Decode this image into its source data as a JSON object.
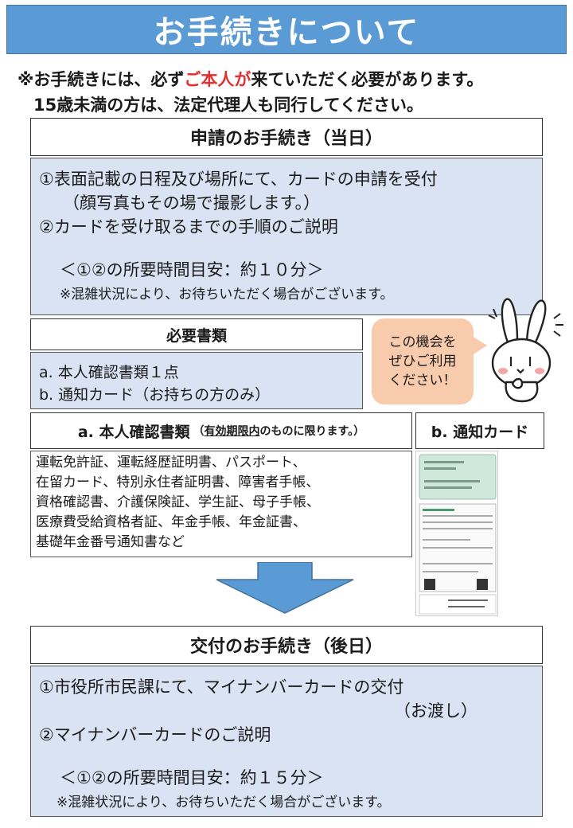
{
  "title": "お手続きについて",
  "notice": {
    "line1_pre": "※お手続きには、必ず",
    "line1_red": "ご本人が",
    "line1_post": "来ていただく必要があります。",
    "line2": "15歳未満の方は、法定代理人も同行してください。"
  },
  "application": {
    "header": "申請のお手続き（当日）",
    "lines": [
      "①表面記載の日程及び場所にて、カードの申請を受付",
      "（顔写真もその場で撮影します。）",
      "②カードを受け取るまでの手順のご説明",
      "＜①②の所要時間目安：約１０分＞",
      "※混雑状況により、お待ちいただく場合がございます。"
    ]
  },
  "required_docs": {
    "header": "必要書類",
    "items": [
      "a. 本人確認書類１点",
      "b. 通知カード（お持ちの方のみ）"
    ]
  },
  "bubble": {
    "lines": [
      "この機会を",
      "ぜひご利用",
      "ください！"
    ]
  },
  "id_docs": {
    "header_main": "a. 本人確認書類",
    "header_paren_open": "（",
    "header_underlined": "有効期限内",
    "header_rest": "のものに限ります。）",
    "lines": [
      "運転免許証、運転経歴証明書、パスポート、",
      "在留カード、特別永住者証明書、障害者手帳、",
      "資格確認書、介護保険証、学生証、母子手帳、",
      "医療費受給資格者証、年金手帳、年金証書、",
      "基礎年金番号通知書など"
    ]
  },
  "notice_card": {
    "header": "b. 通知カード"
  },
  "delivery": {
    "header": "交付のお手続き（後日）",
    "lines": [
      "①市役所市民課にて、マイナンバーカードの交付",
      "（お渡し）",
      "②マイナンバーカードのご説明",
      "＜①②の所要時間目安：約１５分＞",
      "※混雑状況により、お待ちいただく場合がございます。"
    ]
  },
  "colors": {
    "title_bg": "#5b9bd5",
    "panel_bg": "#dae3f3",
    "accent_red": "#e03030",
    "bubble_bg": "#f8cbad",
    "arrow": "#5b9bd5"
  }
}
